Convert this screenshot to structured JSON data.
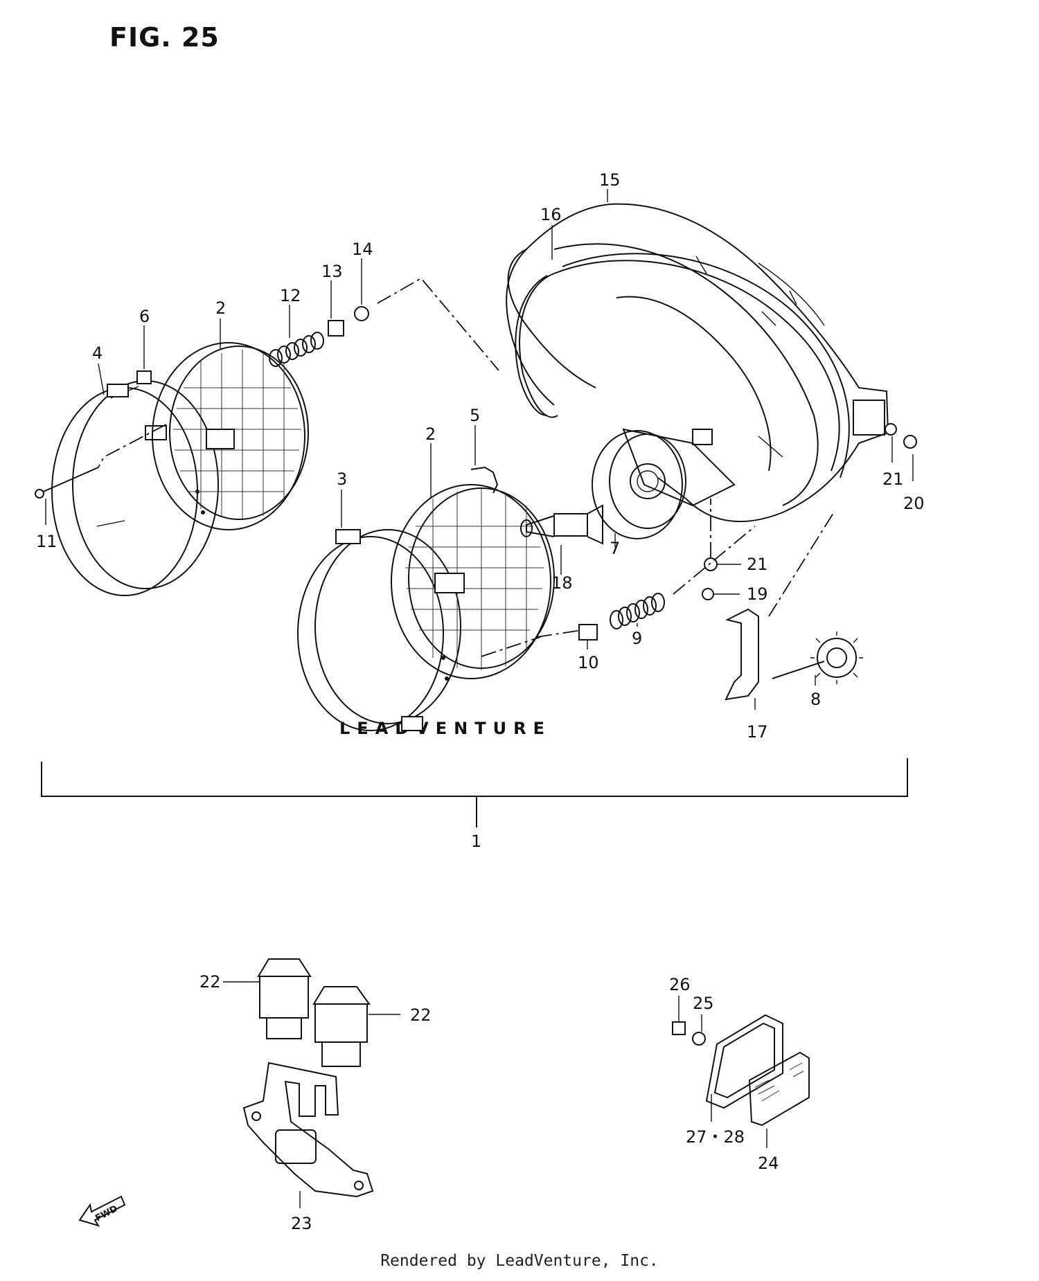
{
  "figure_title": "FIG. 25",
  "watermark": "LEADVENTURE",
  "footer": "Rendered by LeadVenture, Inc.",
  "fwd_label": "FWD",
  "callouts": [
    {
      "id": "c15",
      "label": "15"
    },
    {
      "id": "c16",
      "label": "16"
    },
    {
      "id": "c14",
      "label": "14"
    },
    {
      "id": "c13",
      "label": "13"
    },
    {
      "id": "c12",
      "label": "12"
    },
    {
      "id": "c2a",
      "label": "2"
    },
    {
      "id": "c6",
      "label": "6"
    },
    {
      "id": "c4",
      "label": "4"
    },
    {
      "id": "c11",
      "label": "11"
    },
    {
      "id": "c5",
      "label": "5"
    },
    {
      "id": "c2b",
      "label": "2"
    },
    {
      "id": "c3",
      "label": "3"
    },
    {
      "id": "c18",
      "label": "18"
    },
    {
      "id": "c7",
      "label": "7"
    },
    {
      "id": "c21a",
      "label": "21"
    },
    {
      "id": "c20",
      "label": "20"
    },
    {
      "id": "c21b",
      "label": "21"
    },
    {
      "id": "c19",
      "label": "19"
    },
    {
      "id": "c9",
      "label": "9"
    },
    {
      "id": "c10",
      "label": "10"
    },
    {
      "id": "c8",
      "label": "8"
    },
    {
      "id": "c17",
      "label": "17"
    },
    {
      "id": "c1",
      "label": "1"
    },
    {
      "id": "c22a",
      "label": "22"
    },
    {
      "id": "c22b",
      "label": "22"
    },
    {
      "id": "c23",
      "label": "23"
    },
    {
      "id": "c26",
      "label": "26"
    },
    {
      "id": "c25",
      "label": "25"
    },
    {
      "id": "c2728",
      "label": "27・28"
    },
    {
      "id": "c24",
      "label": "24"
    }
  ]
}
